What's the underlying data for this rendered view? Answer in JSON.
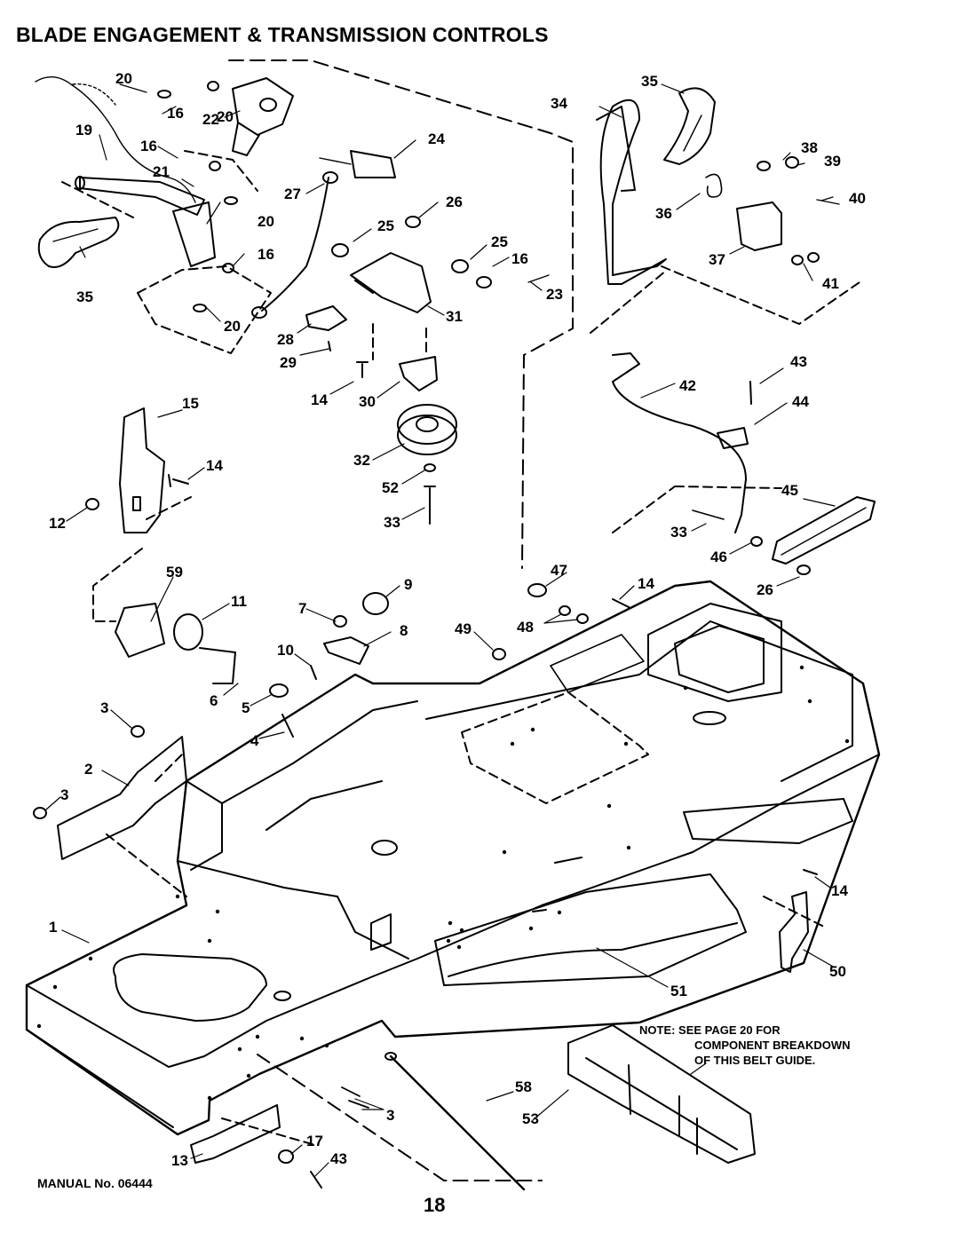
{
  "title": "BLADE ENGAGEMENT & TRANSMISSION CONTROLS",
  "manual": "MANUAL No. 06444",
  "page_number": "18",
  "note": {
    "line1": "NOTE: SEE PAGE  20  FOR",
    "line2": "COMPONENT BREAKDOWN",
    "line3": "OF THIS BELT GUIDE."
  },
  "callouts": [
    "1",
    "2",
    "3",
    "3",
    "3",
    "4",
    "5",
    "6",
    "7",
    "8",
    "9",
    "10",
    "11",
    "12",
    "13",
    "14",
    "14",
    "14",
    "14",
    "15",
    "16",
    "16",
    "16",
    "16",
    "17",
    "19",
    "20",
    "20",
    "20",
    "20",
    "21",
    "22",
    "23",
    "24",
    "25",
    "25",
    "26",
    "26",
    "27",
    "28",
    "29",
    "30",
    "31",
    "32",
    "33",
    "33",
    "34",
    "35",
    "35",
    "36",
    "37",
    "38",
    "39",
    "40",
    "41",
    "42",
    "43",
    "43",
    "44",
    "45",
    "46",
    "47",
    "48",
    "49",
    "50",
    "51",
    "52",
    "53",
    "58",
    "59"
  ]
}
